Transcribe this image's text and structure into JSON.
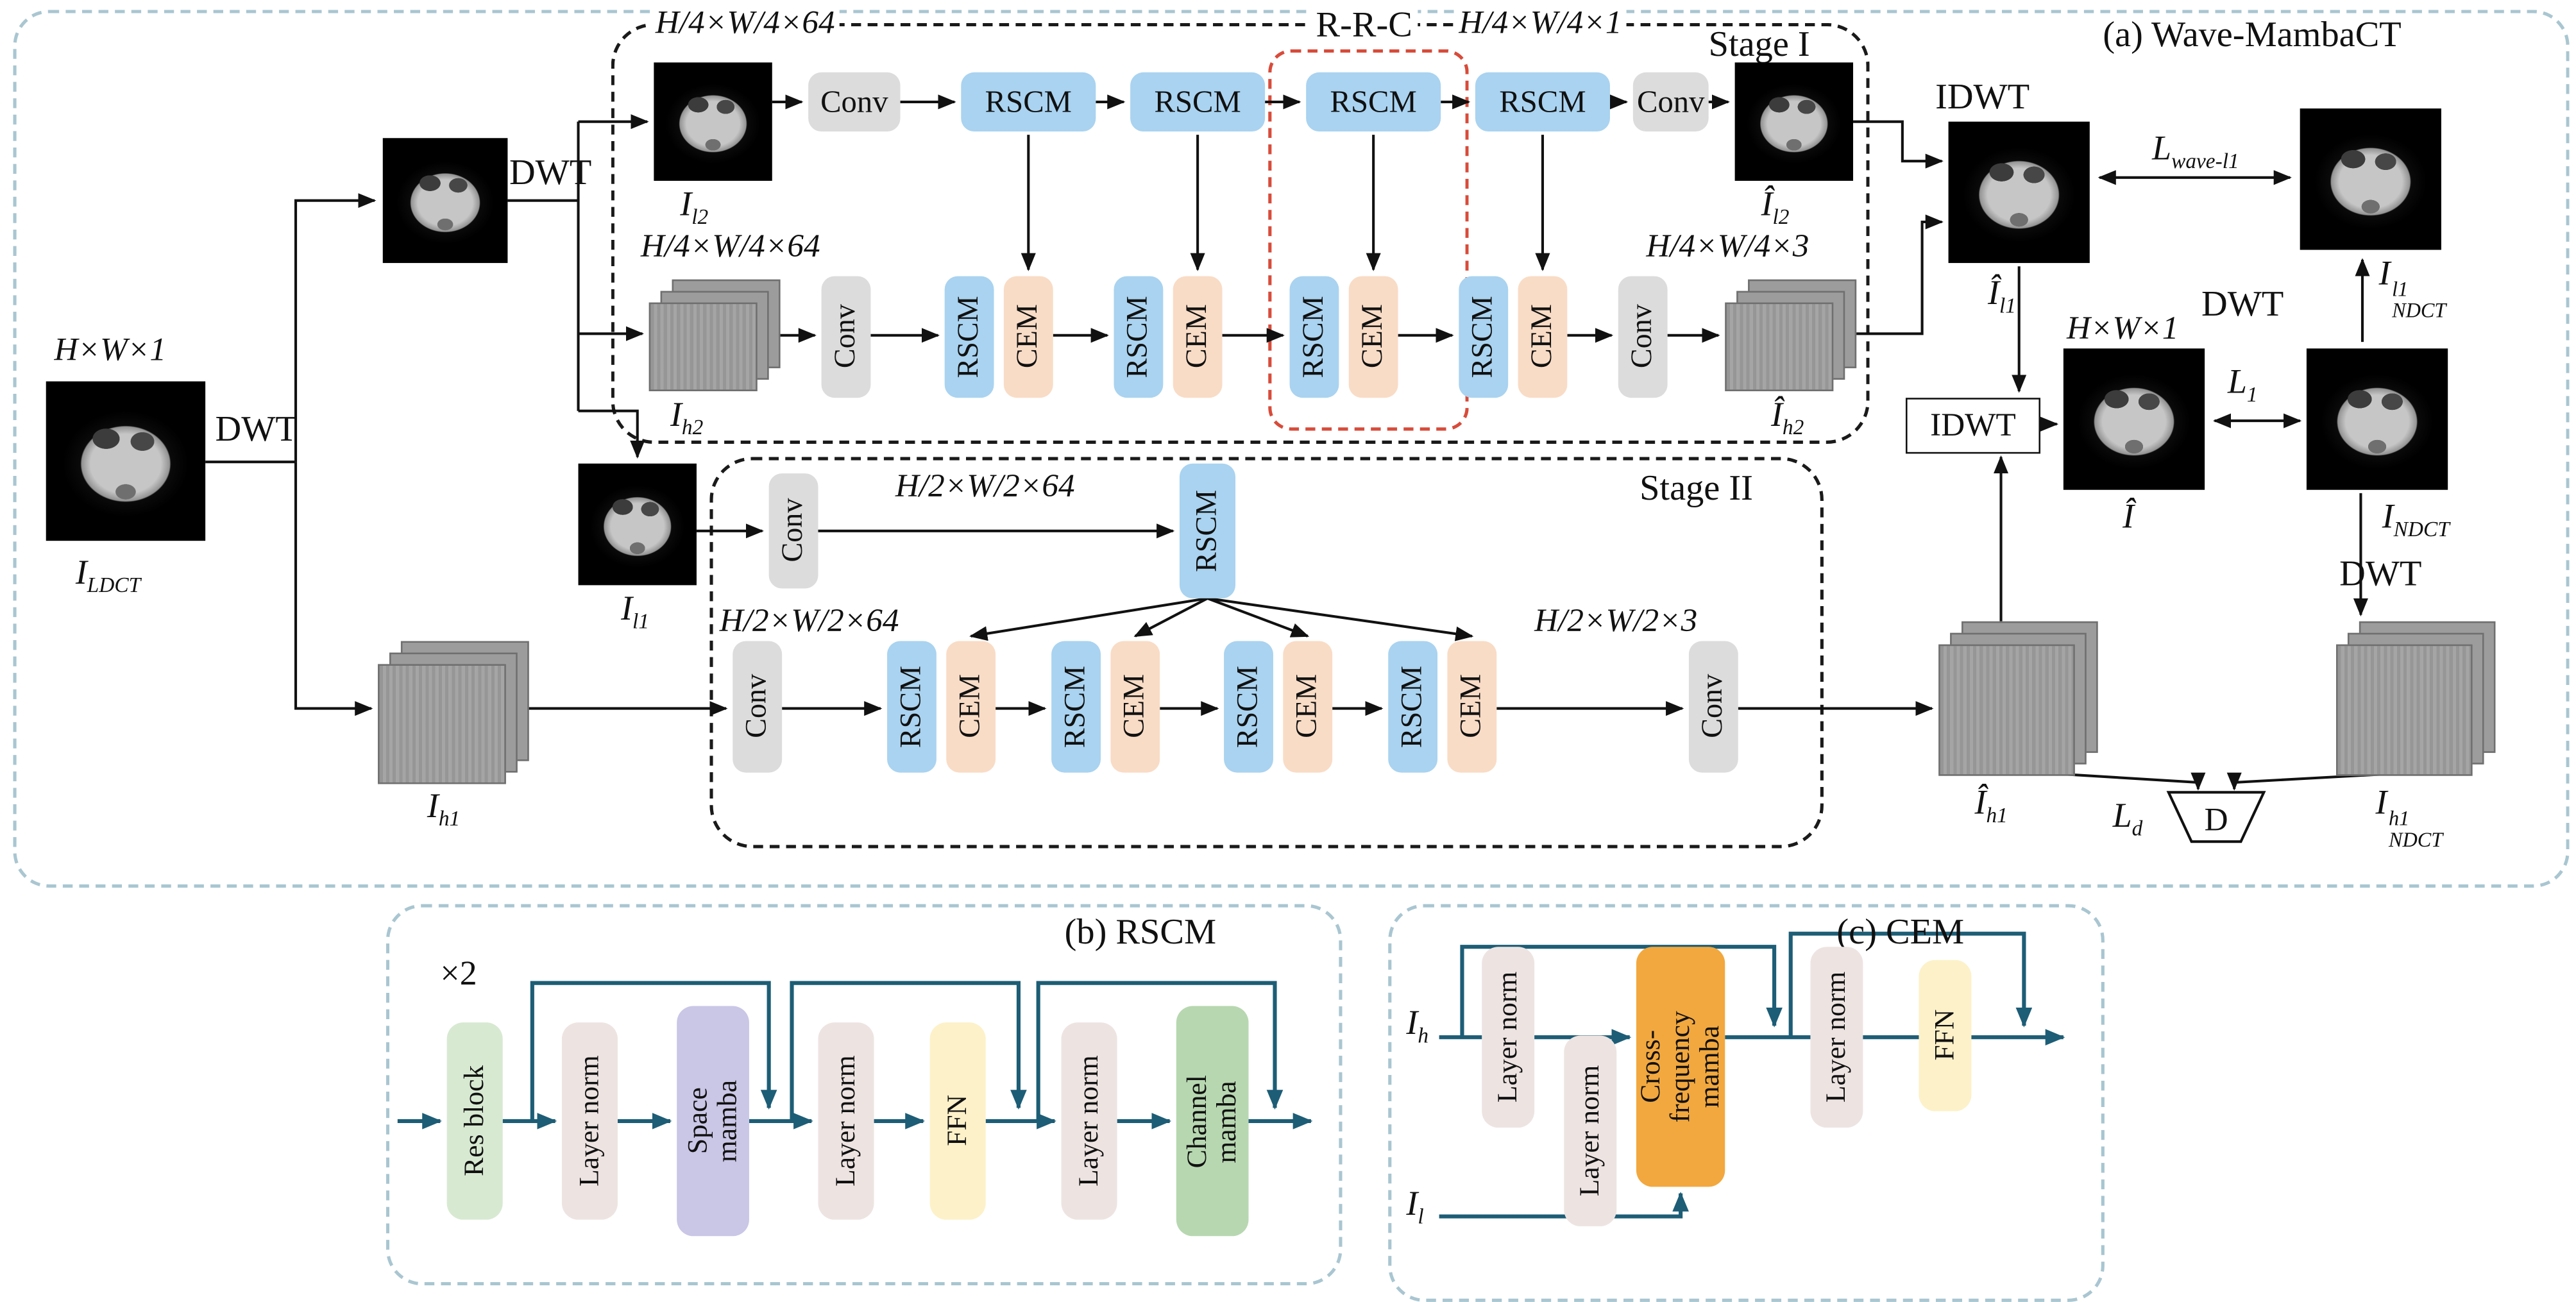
{
  "colors": {
    "rscm_blue": "#a9d3f0",
    "cem_peach": "#f9dcc6",
    "conv_gray": "#dcdcdc",
    "res_green": "#d8e9d2",
    "layernorm_pink": "#ede4e2",
    "space_mamba_purple": "#c9c6e6",
    "ffn_yellow": "#fdf1c9",
    "channel_mamba_green": "#b7d7b0",
    "cross_mamba_orange": "#f2a83e",
    "arrow_teal": "#1d5d76",
    "outer_dash": "#a9c6d1",
    "red_dash": "#d84b3a"
  },
  "panel_a": {
    "title": "(a) Wave-MambaCT",
    "input": {
      "dim": "H×W×1",
      "label_base": "I",
      "label_sub": "LDCT",
      "dwt": "DWT"
    },
    "wavelet1": {
      "dwt": "DWT",
      "Ih1_base": "I",
      "Ih1_sub": "h1"
    },
    "stage1": {
      "title": "Stage I",
      "rrc": "R-R-C",
      "dim_top_in": "H/4×W/4×64",
      "dim_top_out": "H/4×W/4×1",
      "dim_bot_in": "H/4×W/4×64",
      "dim_bot_out": "H/4×W/4×3",
      "Il2_base": "I",
      "Il2_sub": "l2",
      "Ih2_base": "I",
      "Ih2_sub": "h2",
      "Il2hat_base": "Î",
      "Il2hat_sub": "l2",
      "Ih2hat_base": "Î",
      "Ih2hat_sub": "h2",
      "top_blocks": [
        "Conv",
        "RSCM",
        "RSCM",
        "RSCM",
        "RSCM",
        "Conv"
      ],
      "bottom_blocks": [
        "Conv",
        "RSCM",
        "CEM",
        "RSCM",
        "CEM",
        "RSCM",
        "CEM",
        "RSCM",
        "CEM",
        "Conv"
      ]
    },
    "stage2": {
      "title": "Stage II",
      "dim_top": "H/2×W/2×64",
      "dim_bot_in": "H/2×W/2×64",
      "dim_bot_out": "H/2×W/2×3",
      "Il1_base": "I",
      "Il1_sub": "l1",
      "conv_top": "Conv",
      "rscm_top": "RSCM",
      "bottom_blocks": [
        "Conv",
        "RSCM",
        "CEM",
        "RSCM",
        "CEM",
        "RSCM",
        "CEM",
        "RSCM",
        "CEM",
        "Conv"
      ]
    },
    "right": {
      "idwt_label": "IDWT",
      "idwt_box": "IDWT",
      "Il1hat_base": "Î",
      "Il1hat_sub": "l1",
      "Lwave_base": "L",
      "Lwave_sub": "wave-l1",
      "Indct_l1_base": "I",
      "Indct_l1_sup": "l1",
      "Indct_l1_sub": "NDCT",
      "dwt_up": "DWT",
      "dwt_down": "DWT",
      "dim": "H×W×1",
      "Ihat": "Î",
      "L1_base": "L",
      "L1_sub": "1",
      "Indct_base": "I",
      "Indct_sub": "NDCT",
      "Ih1hat_base": "Î",
      "Ih1hat_sub": "h1",
      "Indct_h1_base": "I",
      "Indct_h1_sup": "h1",
      "Indct_h1_sub": "NDCT",
      "Ld_base": "L",
      "Ld_sub": "d",
      "D": "D"
    }
  },
  "panel_b": {
    "title": "(b) RSCM",
    "times": "×2",
    "blocks": [
      "Res block",
      "Layer norm",
      "Space\nmamba",
      "Layer norm",
      "FFN",
      "Layer norm",
      "Channel\nmamba"
    ]
  },
  "panel_c": {
    "title": "(c) CEM",
    "Ih_base": "I",
    "Ih_sub": "h",
    "Il_base": "I",
    "Il_sub": "l",
    "blocks": [
      "Layer norm",
      "Layer norm",
      "Cross-\nfrequency\nmamba",
      "Layer norm",
      "FFN"
    ]
  }
}
